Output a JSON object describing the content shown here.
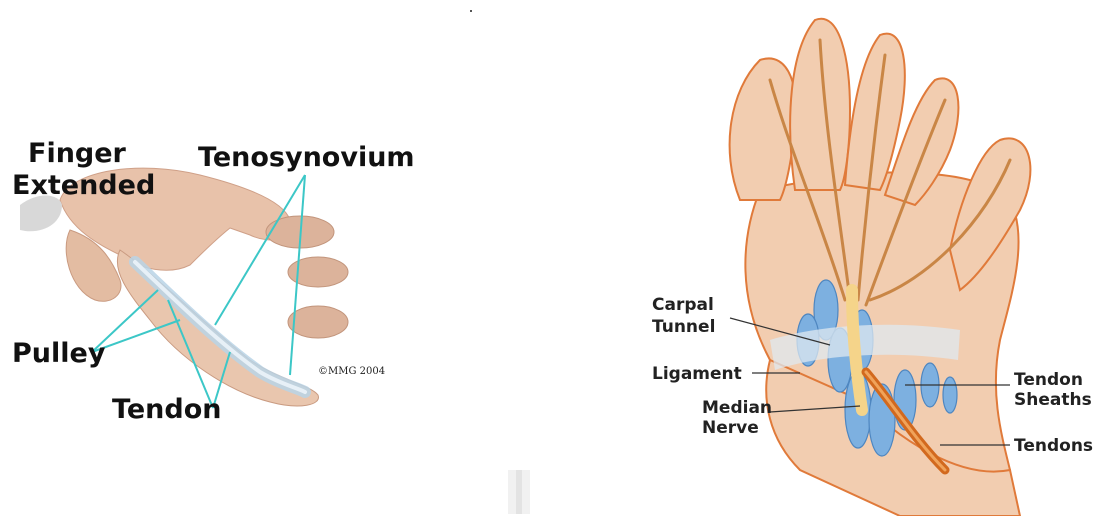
{
  "left_figure": {
    "labels": {
      "finger": "Finger",
      "extended": "Extended",
      "tenosynovium": "Tenosynovium",
      "pulley": "Pulley",
      "tendon": "Tendon"
    },
    "copyright": "©MMG 2004"
  },
  "right_figure": {
    "labels": {
      "carpal": "Carpal",
      "tunnel": "Tunnel",
      "ligament": "Ligament",
      "median": "Median",
      "nerve": "Nerve",
      "tendon": "Tendon",
      "sheaths": "Sheaths",
      "tendons": "Tendons"
    }
  },
  "colors": {
    "skin": "#f2cdb0",
    "skin_dark": "#d99a72",
    "skin_outline": "#e07a3a",
    "sheath_blue": "#7db0e0",
    "nerve_yellow": "#f5d48a",
    "tendon_orange": "#d2691e",
    "pointer_cyan": "#3cc7c7"
  }
}
